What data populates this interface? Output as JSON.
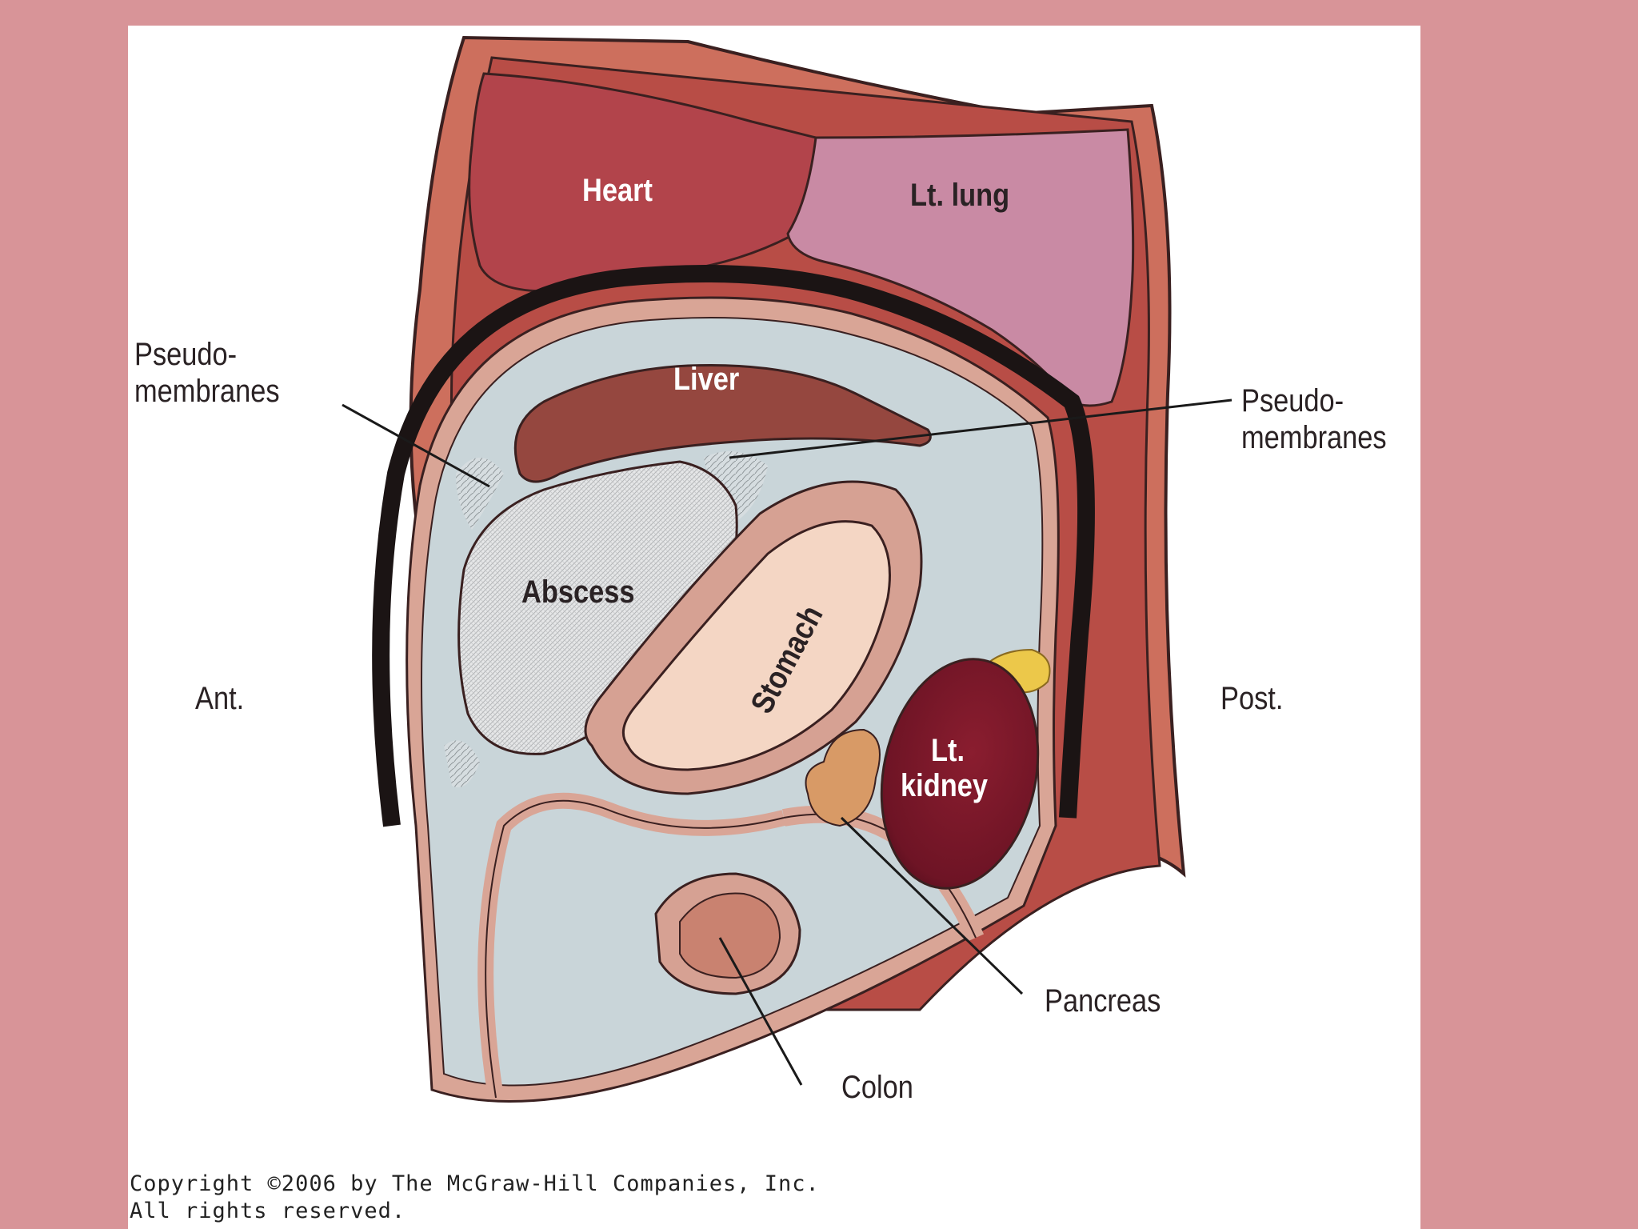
{
  "labels": {
    "heart": "Heart",
    "lung": "Lt. lung",
    "liver": "Liver",
    "abscess": "Abscess",
    "stomach": "Stomach",
    "kidney_line1": "Lt.",
    "kidney_line2": "kidney",
    "pseudo_left_line1": "Pseudo-",
    "pseudo_left_line2": "membranes",
    "pseudo_right_line1": "Pseudo-",
    "pseudo_right_line2": "membranes",
    "ant": "Ant.",
    "post": "Post.",
    "pancreas": "Pancreas",
    "colon": "Colon"
  },
  "copyright": {
    "line1": "Copyright ©2006 by The McGraw-Hill Companies, Inc.",
    "line2": "All rights reserved."
  },
  "colors": {
    "background": "#d89498",
    "heart": "#b2444b",
    "lung": "#c98aa4",
    "liver": "#95473f",
    "kidney": "#7a1727",
    "peritoneal_space": "#c9d5d9",
    "tissue": "#d9a596",
    "fat": "#ecc84a"
  }
}
